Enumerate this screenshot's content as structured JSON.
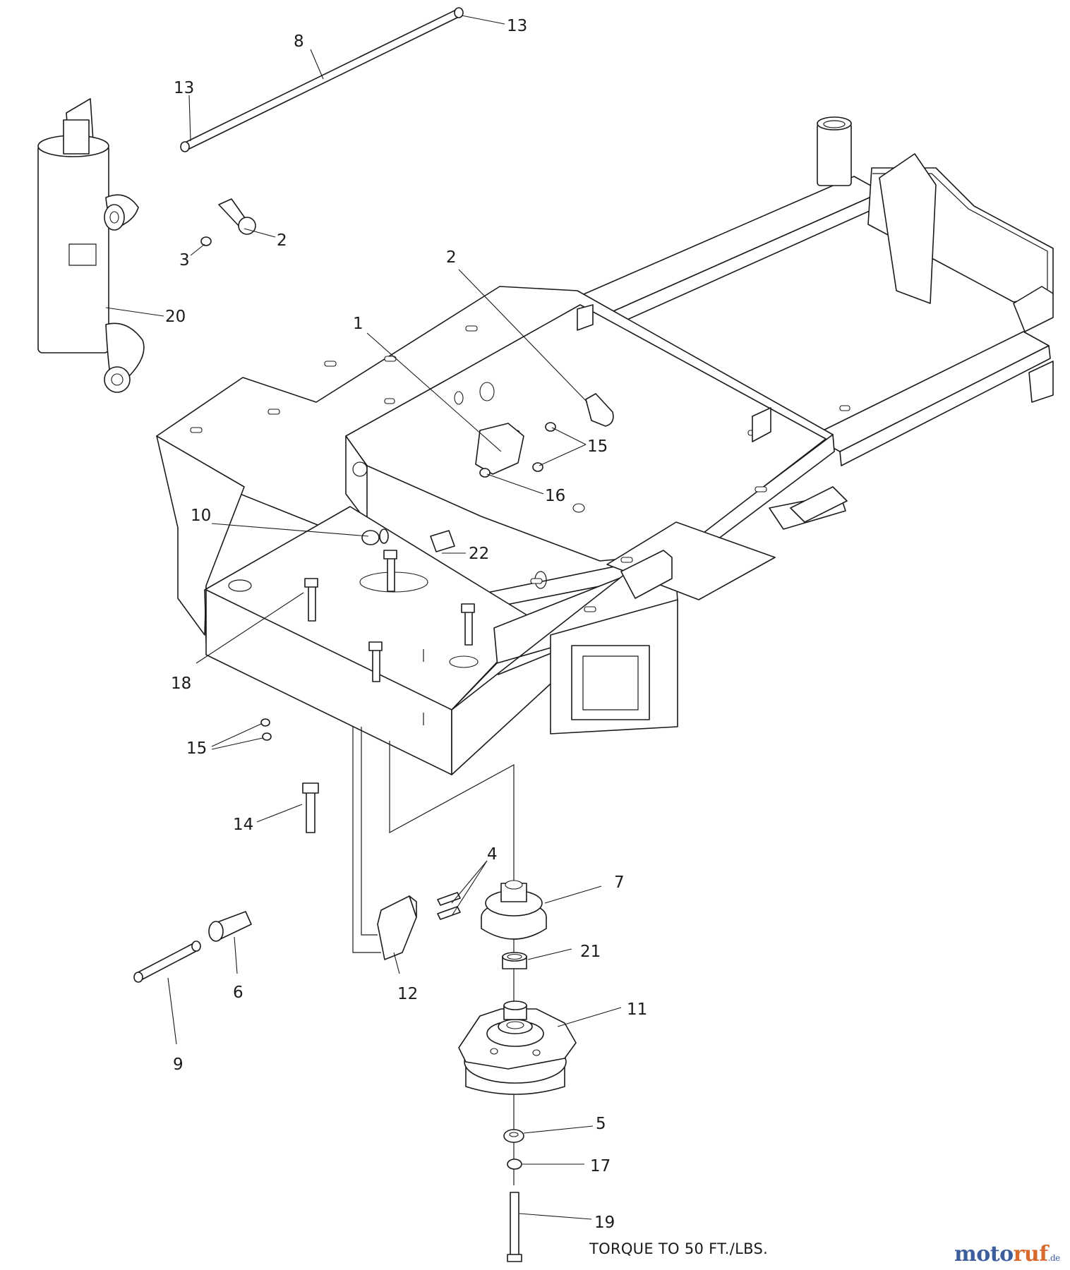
{
  "callouts": [
    {
      "id": "13",
      "label": "13"
    },
    {
      "id": "8",
      "label": "8"
    },
    {
      "id": "13b",
      "label": "13"
    },
    {
      "id": "2a",
      "label": "2"
    },
    {
      "id": "3",
      "label": "3"
    },
    {
      "id": "20",
      "label": "20"
    },
    {
      "id": "2b",
      "label": "2"
    },
    {
      "id": "1",
      "label": "1"
    },
    {
      "id": "15a",
      "label": "15"
    },
    {
      "id": "16",
      "label": "16"
    },
    {
      "id": "10",
      "label": "10"
    },
    {
      "id": "22",
      "label": "22"
    },
    {
      "id": "18",
      "label": "18"
    },
    {
      "id": "15b",
      "label": "15"
    },
    {
      "id": "14",
      "label": "14"
    },
    {
      "id": "4",
      "label": "4"
    },
    {
      "id": "7",
      "label": "7"
    },
    {
      "id": "21",
      "label": "21"
    },
    {
      "id": "12",
      "label": "12"
    },
    {
      "id": "6",
      "label": "6"
    },
    {
      "id": "9",
      "label": "9"
    },
    {
      "id": "11",
      "label": "11"
    },
    {
      "id": "5",
      "label": "5"
    },
    {
      "id": "17",
      "label": "17"
    },
    {
      "id": "19",
      "label": "19"
    }
  ],
  "note": "TORQUE TO 50 FT./LBS.",
  "watermark": {
    "part1": "moto",
    "part2": "ruf",
    "part3": ".de"
  }
}
